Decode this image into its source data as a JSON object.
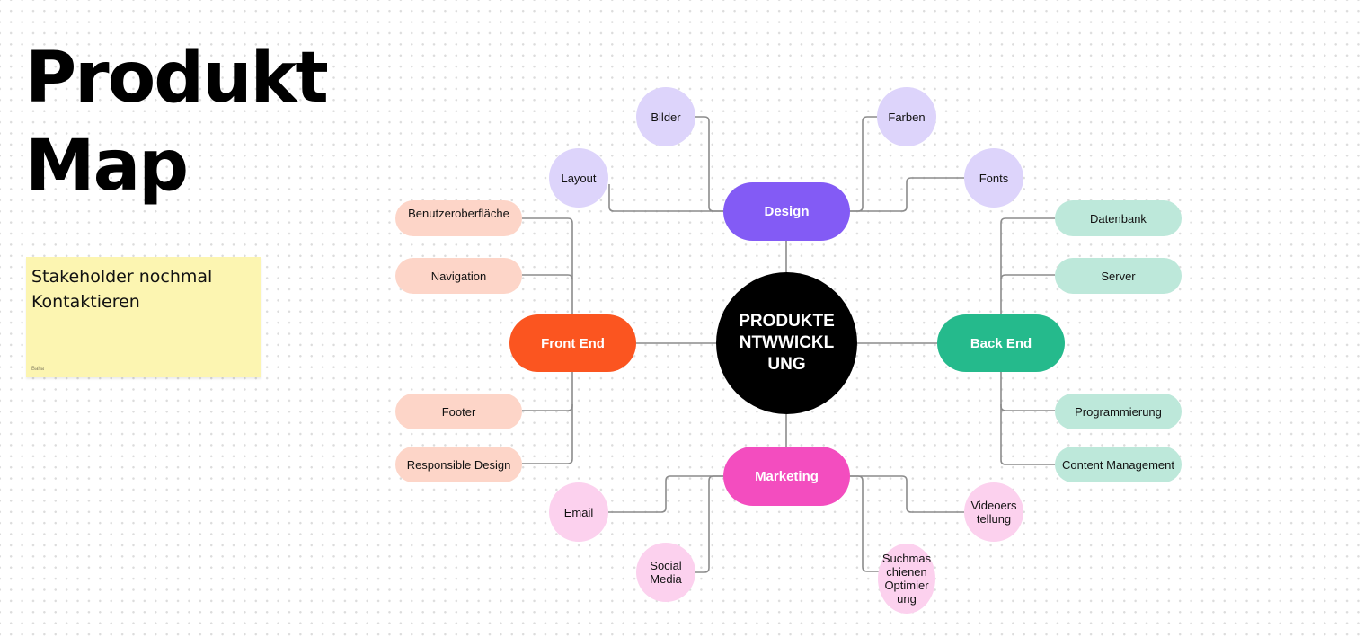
{
  "title": {
    "line1": "Produkt",
    "line2": "Map"
  },
  "sticky_note": {
    "text_line1": "Stakeholder nochmal",
    "text_line2": "Kontaktieren",
    "author": "Baha",
    "color": "#fcf5b1"
  },
  "mindmap": {
    "center": {
      "label_line1": "PRODUKTE",
      "label_line2": "NTWWICKL",
      "label_line3": "UNG",
      "color": "#000000"
    },
    "branches": {
      "design": {
        "label": "Design",
        "color": "#835bf5",
        "child_color": "#ddd4fb",
        "children": [
          "Bilder",
          "Layout",
          "Farben",
          "Fonts"
        ]
      },
      "front_end": {
        "label": "Front End",
        "color": "#fb5520",
        "child_color": "#fdd5c8",
        "children": [
          "Benutzeroberfläche",
          "Navigation",
          "Footer",
          "Responsible Design"
        ]
      },
      "back_end": {
        "label": "Back End",
        "color": "#25ba8c",
        "child_color": "#bde8da",
        "children": [
          "Datenbank",
          "Server",
          "Programmierung",
          "Content Management"
        ]
      },
      "marketing": {
        "label": "Marketing",
        "color": "#f34dbf",
        "child_color": "#fcd1ee",
        "children": [
          "Email",
          "Social Media",
          "Suchmaschienen Optimierung",
          "Videoerstellung"
        ],
        "children_display": {
          "social_l1": "Social",
          "social_l2": "Media",
          "seo_l1": "Suchmas",
          "seo_l2": "chienen",
          "seo_l3": "Optimier",
          "seo_l4": "ung",
          "video_l1": "Videoers",
          "video_l2": "tellung"
        }
      }
    },
    "connector_color": "#8c8c8c"
  }
}
